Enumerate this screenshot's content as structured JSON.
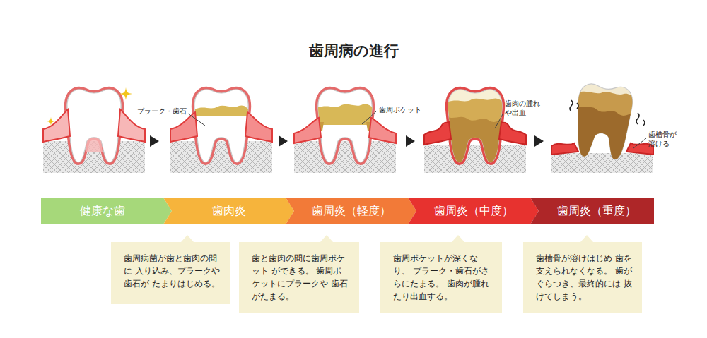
{
  "diagram": {
    "title": "歯周病の進行",
    "nodes": [
      {
        "text": [
          "健康な歯"
        ]
      },
      {
        "text": [
          "歯肉炎"
        ]
      },
      {
        "text": [
          "歯周炎（軽度）"
        ]
      },
      {
        "text": [
          "歯周炎（中度）"
        ]
      },
      {
        "text": [
          "歯周炎（重度）"
        ]
      },
      {
        "text": [
          "歯周病菌が歯と歯肉の間に 入り込み、プラークや歯石が たまりはじめる。"
        ]
      },
      {
        "text": [
          "歯と歯肉の間に歯周ポケット ができる。 歯周ポケットにプラークや 歯石がたまる。"
        ]
      },
      {
        "text": [
          "歯周ポケットが深くなり、 プラーク・歯石がさらにたまる。 歯肉が腫れたり出血する。"
        ]
      },
      {
        "text": [
          "歯槽骨が溶けはじめ 歯を支えられなくなる。 歯がぐらつき、最終的には 抜けてしまう。"
        ]
      }
    ],
    "labels": [
      "プラーク・歯石",
      "歯周ポケット",
      "歯肉の腫れ や出血",
      "歯槽骨が 溶ける"
    ]
  }
}
